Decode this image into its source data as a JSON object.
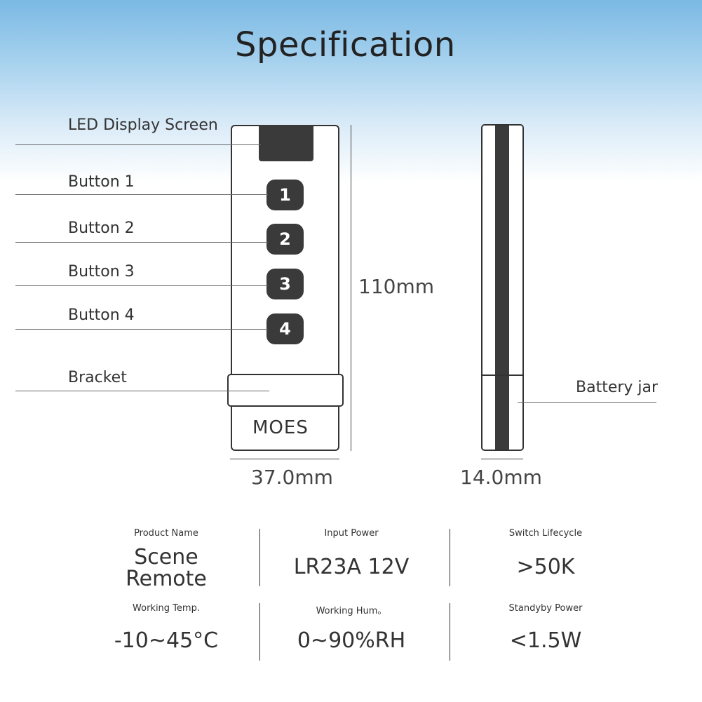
{
  "title": "Specification",
  "labels": {
    "led_screen": "LED Display Screen",
    "button1": "Button 1",
    "button2": "Button 2",
    "button3": "Button 3",
    "button4": "Button 4",
    "bracket": "Bracket",
    "battery_jar": "Battery jar"
  },
  "buttons": [
    "1",
    "2",
    "3",
    "4"
  ],
  "brand_logo": "MOES",
  "dimensions": {
    "height": "110mm",
    "width": "37.0mm",
    "depth": "14.0mm"
  },
  "specs": [
    {
      "label": "Product Name",
      "value_line1": "Scene",
      "value_line2": "Remote"
    },
    {
      "label": "Input Power",
      "value": "LR23A 12V"
    },
    {
      "label": "Switch Lifecycle",
      "value": ">50K"
    },
    {
      "label": "Working Temp.",
      "value": "-10~45°C"
    },
    {
      "label": "Working Hum。",
      "value": "0~90%RH"
    },
    {
      "label": "Standyby Power",
      "value": "<1.5W"
    }
  ],
  "colors": {
    "header_gradient_top": "#7ab9e4",
    "device_dark": "#3a3a3a"
  }
}
